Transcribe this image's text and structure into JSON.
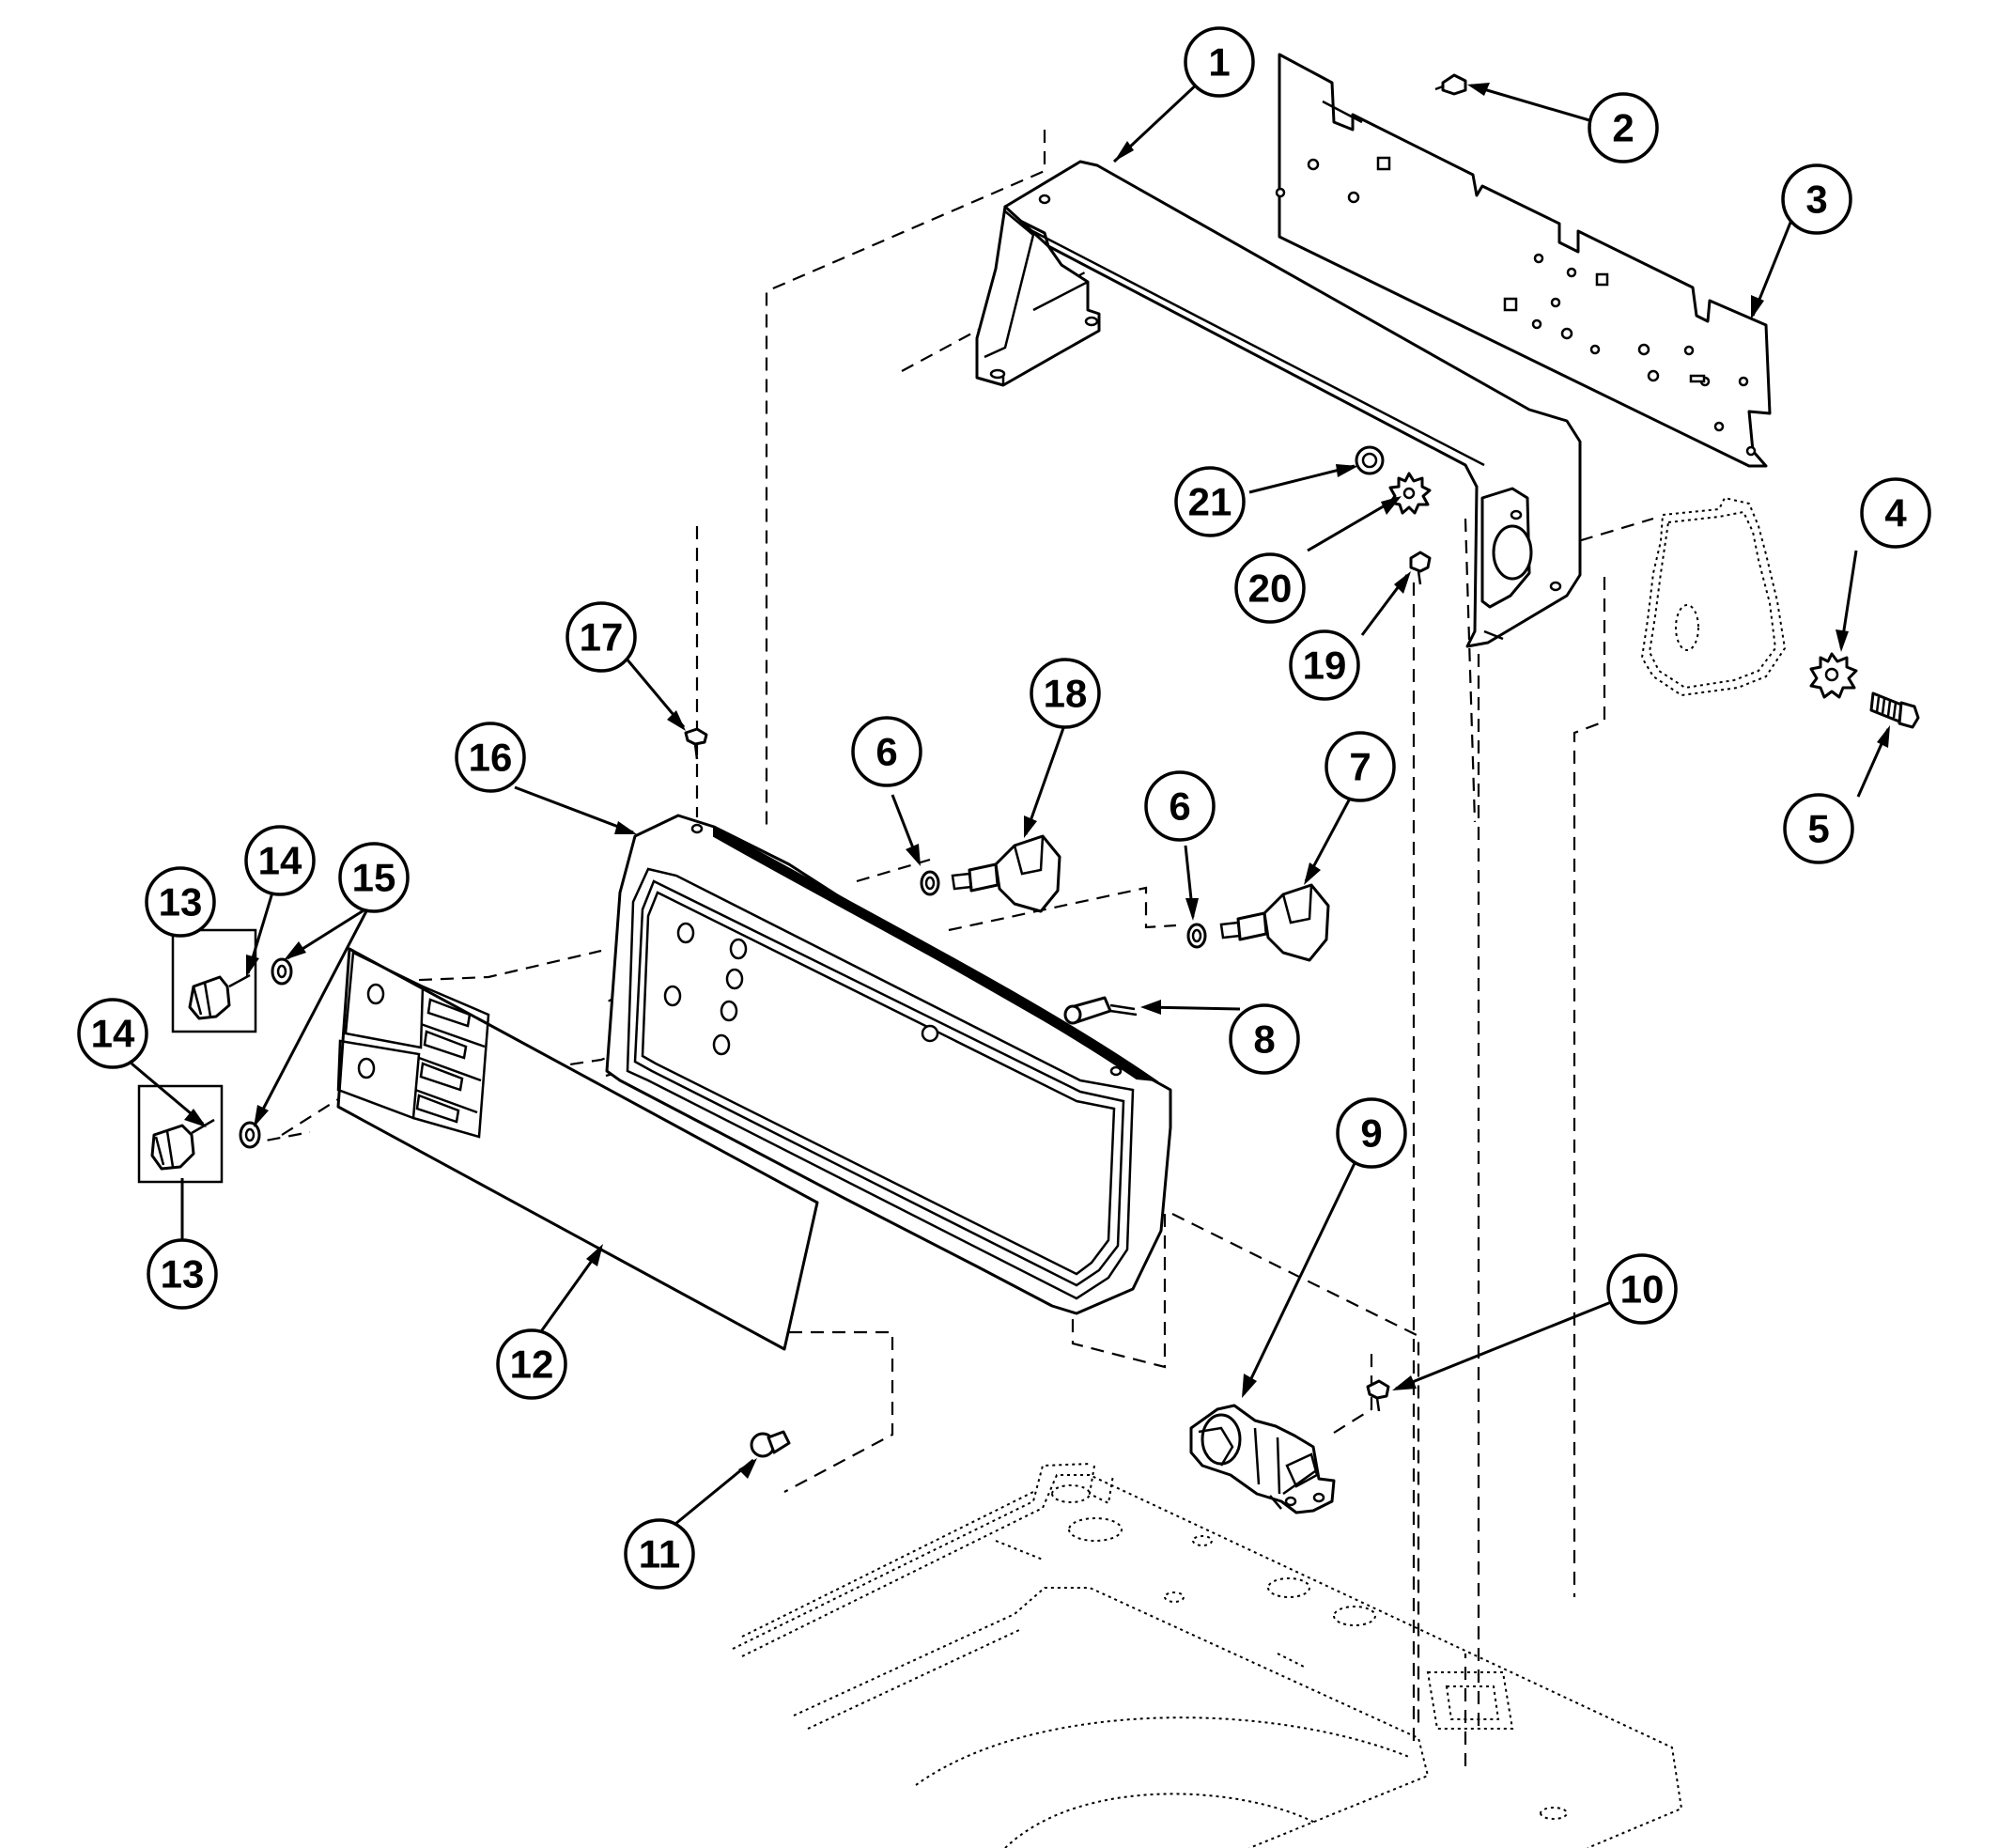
{
  "callouts": [
    {
      "id": "c1",
      "label": "1"
    },
    {
      "id": "c2",
      "label": "2"
    },
    {
      "id": "c3",
      "label": "3"
    },
    {
      "id": "c4",
      "label": "4"
    },
    {
      "id": "c5",
      "label": "5"
    },
    {
      "id": "c6a",
      "label": "6"
    },
    {
      "id": "c6b",
      "label": "6"
    },
    {
      "id": "c7",
      "label": "7"
    },
    {
      "id": "c8",
      "label": "8"
    },
    {
      "id": "c9",
      "label": "9"
    },
    {
      "id": "c10",
      "label": "10"
    },
    {
      "id": "c11",
      "label": "11"
    },
    {
      "id": "c12",
      "label": "12"
    },
    {
      "id": "c13a",
      "label": "13"
    },
    {
      "id": "c13b",
      "label": "13"
    },
    {
      "id": "c14a",
      "label": "14"
    },
    {
      "id": "c14b",
      "label": "14"
    },
    {
      "id": "c15",
      "label": "15"
    },
    {
      "id": "c16",
      "label": "16"
    },
    {
      "id": "c17",
      "label": "17"
    },
    {
      "id": "c18",
      "label": "18"
    },
    {
      "id": "c19",
      "label": "19"
    },
    {
      "id": "c20",
      "label": "20"
    },
    {
      "id": "c21",
      "label": "21"
    }
  ]
}
